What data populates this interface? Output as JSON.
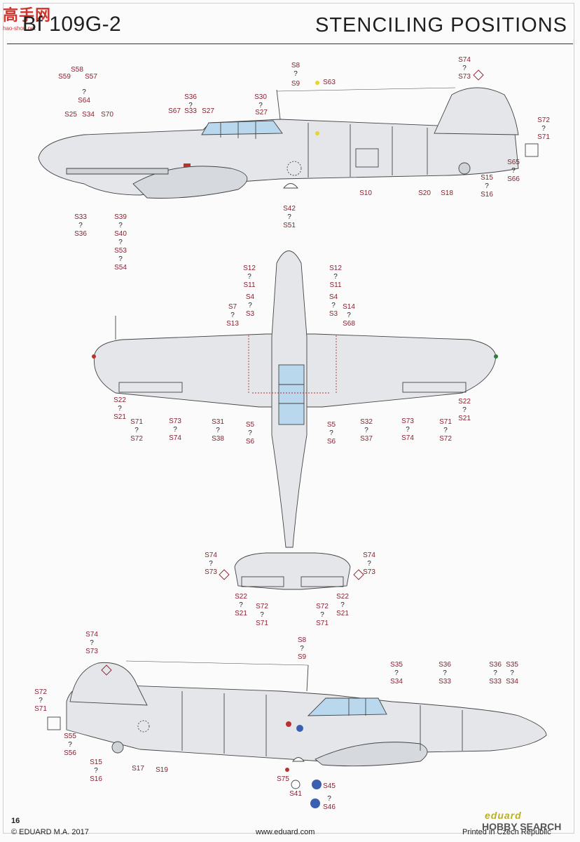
{
  "header": {
    "title": "Bf 109G-2",
    "right_title": "STENCILING POSITIONS"
  },
  "watermark": {
    "main": "高手网",
    "sub": "hao-shou.net"
  },
  "footer": {
    "page_number": "16",
    "copyright": "© EDUARD M.A. 2017",
    "website": "www.eduard.com",
    "printed": "Printed in Czech Republic",
    "brand": "eduard",
    "hobby_search": "HOBBY SEARCH"
  },
  "colors": {
    "label": "#8a1f2f",
    "aircraft": "#e4e6ea",
    "canopy": "#b9d8ee",
    "line": "#444444"
  },
  "views": {
    "left_side": [
      {
        "id": "s59",
        "lines": [
          "S59"
        ]
      },
      {
        "id": "s58",
        "lines": [
          "S58"
        ]
      },
      {
        "id": "s57",
        "lines": [
          "S57"
        ]
      },
      {
        "id": "s64",
        "lines": [
          "?",
          "S64"
        ]
      },
      {
        "id": "s8",
        "lines": [
          "S8",
          "?"
        ]
      },
      {
        "id": "s9",
        "lines": [
          "S9"
        ]
      },
      {
        "id": "s63",
        "lines": [
          "S63"
        ]
      },
      {
        "id": "s74",
        "lines": [
          "S74",
          "?",
          "S73"
        ]
      },
      {
        "id": "s36",
        "lines": [
          "S36",
          "?"
        ]
      },
      {
        "id": "s30",
        "lines": [
          "S30",
          "?"
        ]
      },
      {
        "id": "s67",
        "lines": [
          "S67"
        ]
      },
      {
        "id": "s33",
        "lines": [
          "S33"
        ]
      },
      {
        "id": "s27",
        "lines": [
          "S27"
        ]
      },
      {
        "id": "s27b",
        "lines": [
          "S27"
        ]
      },
      {
        "id": "s25",
        "lines": [
          "S25"
        ]
      },
      {
        "id": "s34",
        "lines": [
          "S34"
        ]
      },
      {
        "id": "s70",
        "lines": [
          "S70"
        ]
      },
      {
        "id": "s72",
        "lines": [
          "S72",
          "?",
          "S71"
        ]
      },
      {
        "id": "s65",
        "lines": [
          "S65",
          "?",
          "S66"
        ]
      },
      {
        "id": "s15",
        "lines": [
          "S15",
          "?",
          "S16"
        ]
      },
      {
        "id": "s10",
        "lines": [
          "S10"
        ]
      },
      {
        "id": "s20",
        "lines": [
          "S20"
        ]
      },
      {
        "id": "s18",
        "lines": [
          "S18"
        ]
      },
      {
        "id": "s42",
        "lines": [
          "S42",
          "?",
          "S51"
        ]
      },
      {
        "id": "s33l",
        "lines": [
          "S33",
          "?",
          "S36"
        ]
      },
      {
        "id": "s39",
        "lines": [
          "S39",
          "?",
          "S40",
          "?",
          "S53",
          "?",
          "S54"
        ]
      }
    ],
    "top": [
      {
        "id": "s12l",
        "lines": [
          "S12",
          "?",
          "S11"
        ]
      },
      {
        "id": "s12r",
        "lines": [
          "S12",
          "?",
          "S11"
        ]
      },
      {
        "id": "s7",
        "lines": [
          "S7",
          "?",
          "S13"
        ]
      },
      {
        "id": "s4l",
        "lines": [
          "S4",
          "?",
          "S3"
        ]
      },
      {
        "id": "s4r",
        "lines": [
          "S4",
          "?",
          "S3"
        ]
      },
      {
        "id": "s14",
        "lines": [
          "S14",
          "?",
          "S68"
        ]
      },
      {
        "id": "s22l",
        "lines": [
          "S22",
          "?",
          "S21"
        ]
      },
      {
        "id": "s22r",
        "lines": [
          "S22",
          "?",
          "S21"
        ]
      },
      {
        "id": "s71l",
        "lines": [
          "S71",
          "?",
          "S72"
        ]
      },
      {
        "id": "s71r",
        "lines": [
          "S71",
          "?",
          "S72"
        ]
      },
      {
        "id": "s73l",
        "lines": [
          "S73",
          "?",
          "S74"
        ]
      },
      {
        "id": "s73r",
        "lines": [
          "S73",
          "?",
          "S74"
        ]
      },
      {
        "id": "s31",
        "lines": [
          "S31",
          "?",
          "S38"
        ]
      },
      {
        "id": "s32",
        "lines": [
          "S32",
          "?",
          "S37"
        ]
      },
      {
        "id": "s5l",
        "lines": [
          "S5",
          "?",
          "S6"
        ]
      },
      {
        "id": "s5r",
        "lines": [
          "S5",
          "?",
          "S6"
        ]
      },
      {
        "id": "s74tl",
        "lines": [
          "S74",
          "?",
          "S73"
        ]
      },
      {
        "id": "s74tr",
        "lines": [
          "S74",
          "?",
          "S73"
        ]
      },
      {
        "id": "s22tl",
        "lines": [
          "S22",
          "?",
          "S21"
        ]
      },
      {
        "id": "s22tr",
        "lines": [
          "S22",
          "?",
          "S21"
        ]
      },
      {
        "id": "s72tl",
        "lines": [
          "S72",
          "?",
          "S71"
        ]
      },
      {
        "id": "s72tr",
        "lines": [
          "S72",
          "?",
          "S71"
        ]
      }
    ],
    "right_side": [
      {
        "id": "r74",
        "lines": [
          "S74",
          "?",
          "S73"
        ]
      },
      {
        "id": "r8",
        "lines": [
          "S8",
          "?",
          "S9"
        ]
      },
      {
        "id": "r72",
        "lines": [
          "S72",
          "?",
          "S71"
        ]
      },
      {
        "id": "r35a",
        "lines": [
          "S35",
          "?",
          "S34"
        ]
      },
      {
        "id": "r36a",
        "lines": [
          "S36",
          "?",
          "S33"
        ]
      },
      {
        "id": "r36b",
        "lines": [
          "S36",
          "?",
          "S33"
        ]
      },
      {
        "id": "r35b",
        "lines": [
          "S35",
          "?",
          "S34"
        ]
      },
      {
        "id": "r55",
        "lines": [
          "S55",
          "?",
          "S56"
        ]
      },
      {
        "id": "r15",
        "lines": [
          "S15",
          "?",
          "S16"
        ]
      },
      {
        "id": "r17",
        "lines": [
          "S17"
        ]
      },
      {
        "id": "r19",
        "lines": [
          "S19"
        ]
      },
      {
        "id": "r75",
        "lines": [
          "S75"
        ]
      },
      {
        "id": "r41",
        "lines": [
          "S41"
        ]
      },
      {
        "id": "r45",
        "lines": [
          "S45"
        ]
      },
      {
        "id": "r46",
        "lines": [
          "?",
          "S46"
        ]
      }
    ]
  }
}
